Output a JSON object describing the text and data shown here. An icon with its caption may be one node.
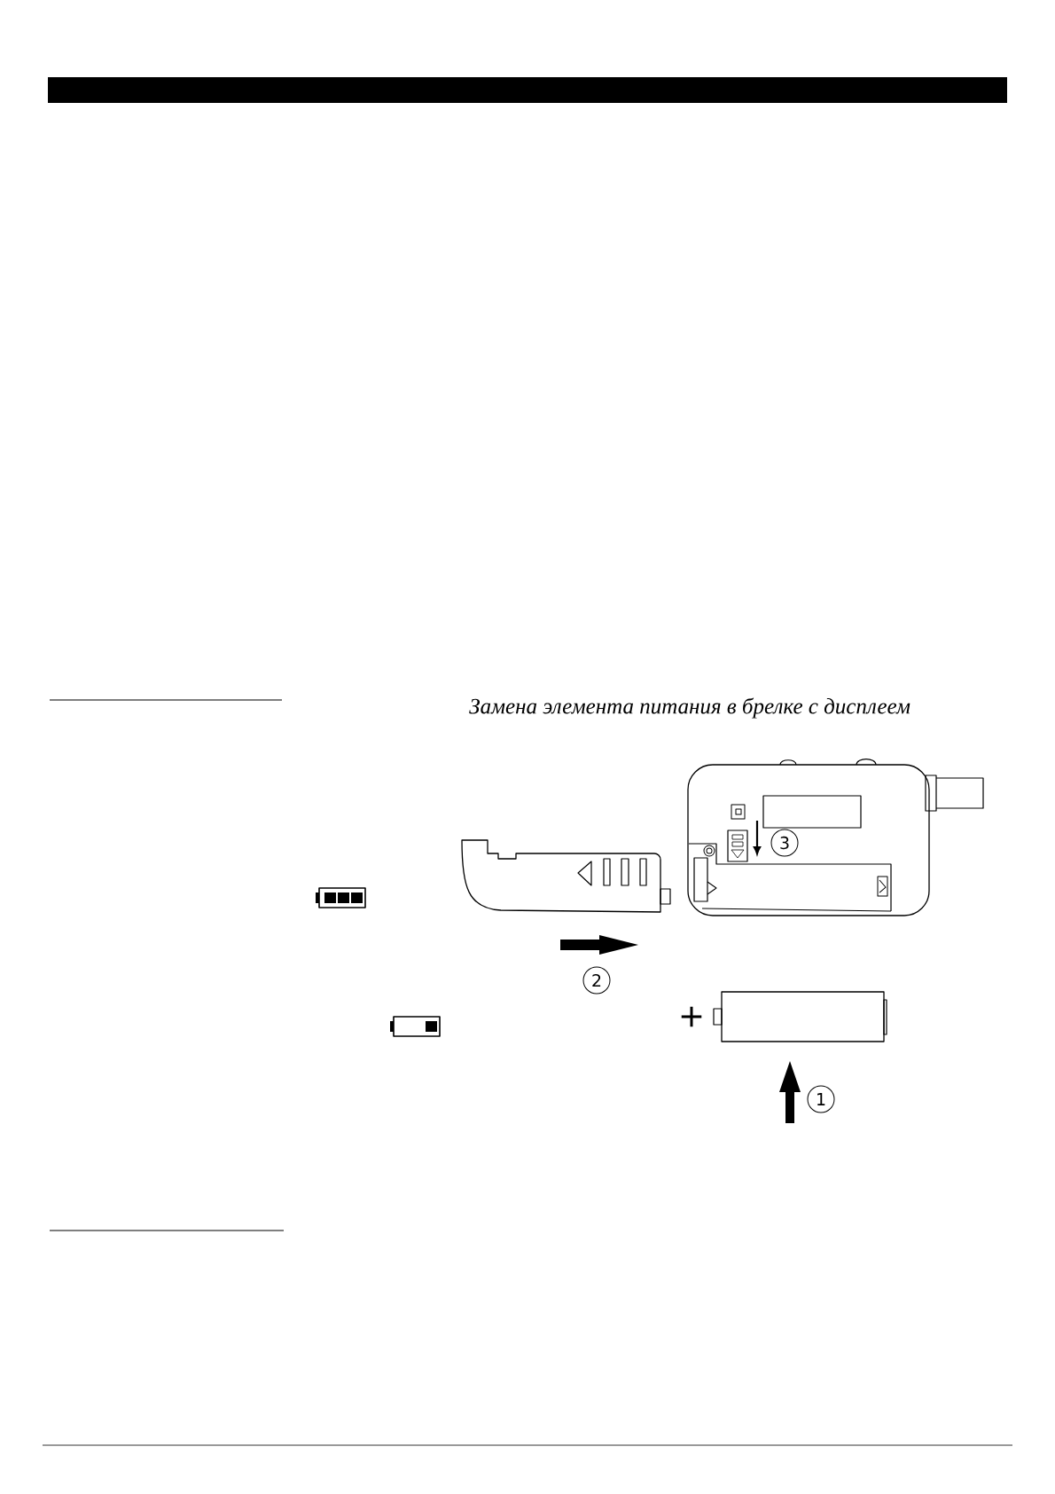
{
  "diagram": {
    "caption": "Замена элемента питания в брелке с дисплеем",
    "labels": [
      "3",
      "2",
      "+",
      "1"
    ]
  }
}
